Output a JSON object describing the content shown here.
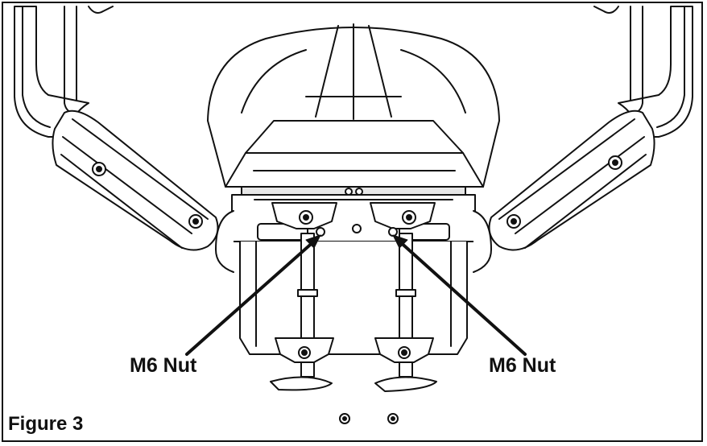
{
  "figure": {
    "caption": "Figure 3"
  },
  "callouts": {
    "left_label": "M6 Nut",
    "right_label": "M6 Nut"
  },
  "colors": {
    "line": "#111111",
    "fill": "#ffffff",
    "shade": "#e6e6e6"
  }
}
